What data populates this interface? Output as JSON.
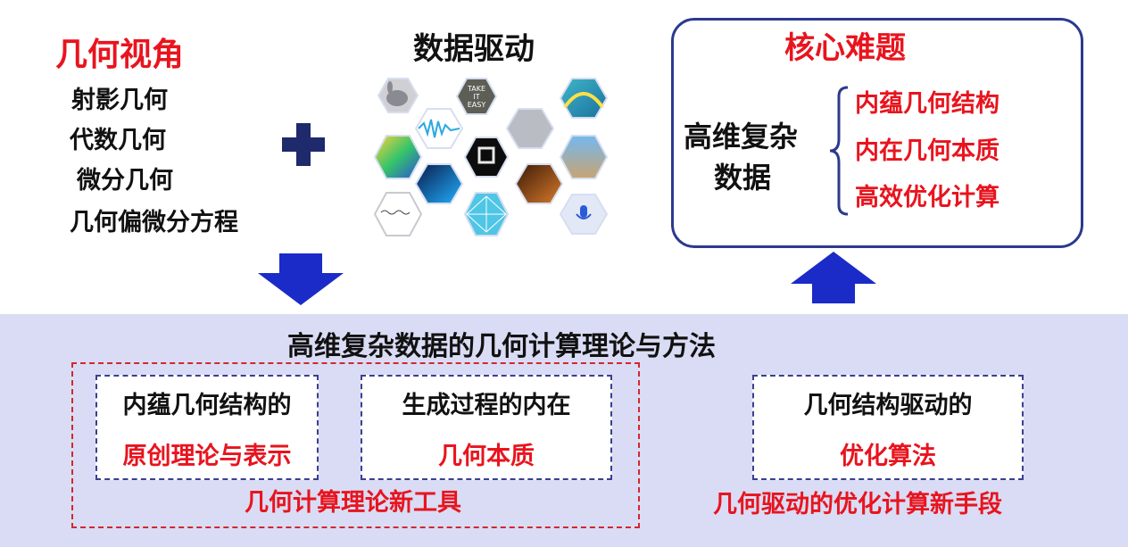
{
  "left": {
    "title": "几何视角",
    "items": [
      "射影几何",
      "代数几何",
      "微分几何",
      "几何偏微分方程"
    ]
  },
  "center": {
    "title": "数据驱动",
    "hex_text": [
      "TAKE",
      "IT",
      "EASY"
    ]
  },
  "core": {
    "title": "核心难题",
    "left_lines": [
      "高维复杂",
      "数据"
    ],
    "items": [
      "内蕴几何结构",
      "内在几何本质",
      "高效优化计算"
    ]
  },
  "bottom": {
    "title": "高维复杂数据的几何计算理论与方法",
    "cards": [
      {
        "line1": "内蕴几何结构的",
        "line2": "原创理论与表示"
      },
      {
        "line1": "生成过程的内在",
        "line2": "几何本质"
      },
      {
        "line1": "几何结构驱动的",
        "line2": "优化算法"
      }
    ],
    "tools_label": "几何计算理论新工具",
    "means_label": "几何驱动的优化计算新手段"
  },
  "colors": {
    "accent_red": "#e8141e",
    "arrow_blue": "#1a2bc8",
    "plus_navy": "#1e2a6b",
    "band": "#d9dcf4",
    "box_border": "#2b3a8f"
  },
  "icons": [
    "plus-icon",
    "down-arrow-icon",
    "up-arrow-icon",
    "brace-icon"
  ]
}
